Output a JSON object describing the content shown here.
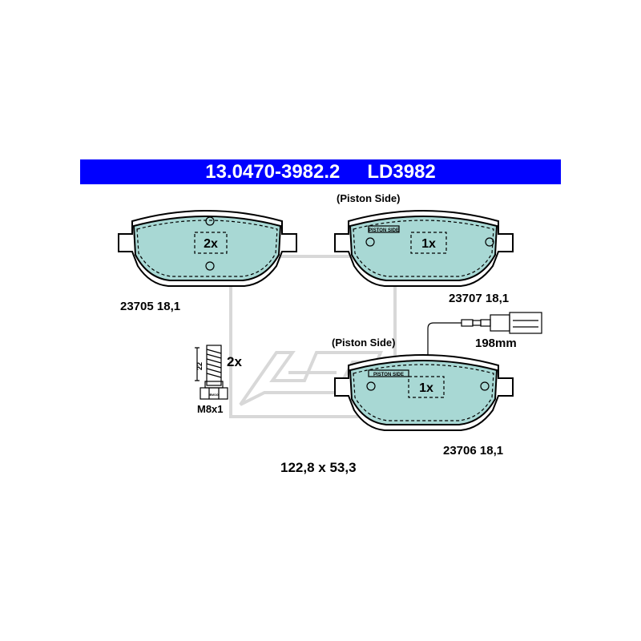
{
  "header": {
    "part_number": "13.0470-3982.2",
    "reference": "LD3982",
    "color": "#0000ff"
  },
  "pads": [
    {
      "id": "23705",
      "label": "23705 18,1",
      "quantity": "2x",
      "piston_side": ""
    },
    {
      "id": "23707",
      "label": "23707 18,1",
      "quantity": "1x",
      "piston_side": "(Piston Side)",
      "stamp": "PISTON SIDE"
    },
    {
      "id": "23706",
      "label": "23706 18,1",
      "quantity": "1x",
      "piston_side": "(Piston Side)",
      "stamp": "PISTON SIDE",
      "sensor_length": "198mm"
    }
  ],
  "bolt": {
    "quantity": "2x",
    "length": "22",
    "thread": "M8x1",
    "head_mark": "BW10"
  },
  "dimensions": "122,8 x 53,3",
  "colors": {
    "friction": "#a8d8d4",
    "watermark": "#d8d8d8"
  },
  "watermark_icon": "ate-logo-icon"
}
